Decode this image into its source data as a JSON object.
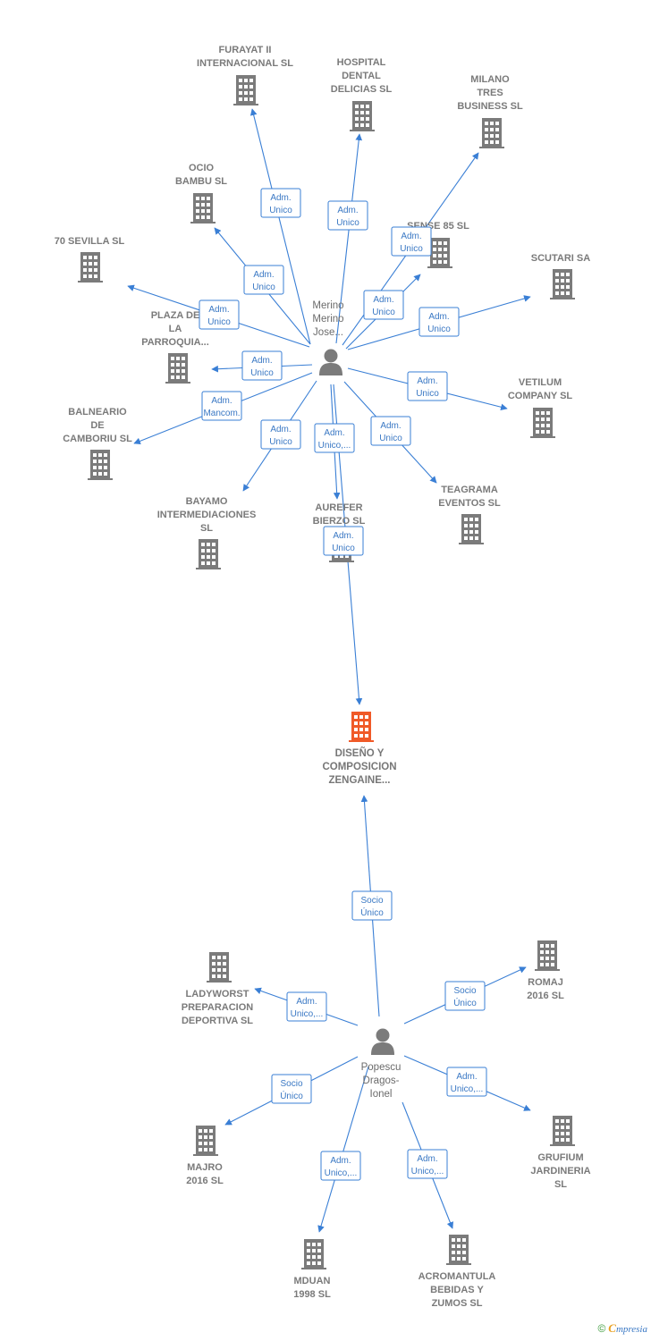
{
  "colors": {
    "company": "#7b7b7b",
    "main_company": "#f05a28",
    "person": "#7b7b7b",
    "edge": "#3a7fd5"
  },
  "main": {
    "id": "main",
    "label": [
      "DISEÑO Y",
      "COMPOSICION",
      "ZENGAINE..."
    ]
  },
  "persons": [
    {
      "id": "p1",
      "label": [
        "Merino",
        "Merino",
        "Jose..."
      ]
    },
    {
      "id": "p2",
      "label": [
        "Popescu",
        "Dragos-",
        "Ionel"
      ]
    }
  ],
  "companies": [
    {
      "id": "furayat",
      "label": [
        "FURAYAT II",
        "INTERNACIONAL SL"
      ]
    },
    {
      "id": "hospital",
      "label": [
        "HOSPITAL",
        "DENTAL",
        "DELICIAS  SL"
      ]
    },
    {
      "id": "milano",
      "label": [
        "MILANO",
        "TRES",
        "BUSINESS SL"
      ]
    },
    {
      "id": "ocio",
      "label": [
        "OCIO",
        "BAMBU SL"
      ]
    },
    {
      "id": "sense",
      "label": [
        "SENSE 85  SL"
      ]
    },
    {
      "id": "sevilla",
      "label": [
        "70 SEVILLA  SL"
      ]
    },
    {
      "id": "scutari",
      "label": [
        "SCUTARI SA"
      ]
    },
    {
      "id": "plaza",
      "label": [
        "PLAZA DE",
        "LA",
        "PARROQUIA..."
      ]
    },
    {
      "id": "vetilum",
      "label": [
        "VETILUM",
        "COMPANY SL"
      ]
    },
    {
      "id": "balneario",
      "label": [
        "BALNEARIO",
        "DE",
        "CAMBORIU SL"
      ]
    },
    {
      "id": "bayamo",
      "label": [
        "BAYAMO",
        "INTERMEDIACIONES",
        "SL"
      ]
    },
    {
      "id": "aurefer",
      "label": [
        "AUREFER",
        "BIERZO SL"
      ]
    },
    {
      "id": "teagrama",
      "label": [
        "TEAGRAMA",
        "EVENTOS  SL"
      ]
    },
    {
      "id": "ladyworst",
      "label": [
        "LADYWORST",
        "PREPARACION",
        "DEPORTIVA  SL"
      ]
    },
    {
      "id": "romaj",
      "label": [
        "ROMAJ",
        "2016  SL"
      ]
    },
    {
      "id": "grufium",
      "label": [
        "GRUFIUM",
        "JARDINERIA",
        "SL"
      ]
    },
    {
      "id": "majro",
      "label": [
        "MAJRO",
        "2016  SL"
      ]
    },
    {
      "id": "mduan",
      "label": [
        "MDUAN",
        "1998  SL"
      ]
    },
    {
      "id": "acromantula",
      "label": [
        "ACROMANTULA",
        "BEBIDAS Y",
        "ZUMOS  SL"
      ]
    }
  ],
  "relations": [
    {
      "from": "p1",
      "to": "furayat",
      "label": [
        "Adm.",
        "Unico"
      ]
    },
    {
      "from": "p1",
      "to": "hospital",
      "label": [
        "Adm.",
        "Unico"
      ]
    },
    {
      "from": "p1",
      "to": "milano",
      "label": [
        "Adm.",
        "Unico"
      ]
    },
    {
      "from": "p1",
      "to": "ocio",
      "label": [
        "Adm.",
        "Unico"
      ]
    },
    {
      "from": "p1",
      "to": "sense",
      "label": [
        "Adm.",
        "Unico"
      ]
    },
    {
      "from": "p1",
      "to": "sevilla",
      "label": [
        "Adm.",
        "Unico"
      ]
    },
    {
      "from": "p1",
      "to": "scutari",
      "label": [
        "Adm.",
        "Unico"
      ]
    },
    {
      "from": "p1",
      "to": "plaza",
      "label": [
        "Adm.",
        "Unico"
      ]
    },
    {
      "from": "p1",
      "to": "vetilum",
      "label": [
        "Adm.",
        "Unico"
      ]
    },
    {
      "from": "p1",
      "to": "balneario",
      "label": [
        "Adm.",
        "Mancom."
      ]
    },
    {
      "from": "p1",
      "to": "bayamo",
      "label": [
        "Adm.",
        "Unico"
      ]
    },
    {
      "from": "p1",
      "to": "aurefer",
      "label": [
        "Adm.",
        "Unico,..."
      ]
    },
    {
      "from": "p1",
      "to": "teagrama",
      "label": [
        "Adm.",
        "Unico"
      ]
    },
    {
      "from": "p1",
      "to": "main",
      "label": [
        "Adm.",
        "Unico"
      ]
    },
    {
      "from": "p2",
      "to": "main",
      "label": [
        "Socio",
        "Único"
      ]
    },
    {
      "from": "p2",
      "to": "ladyworst",
      "label": [
        "Adm.",
        "Unico,..."
      ]
    },
    {
      "from": "p2",
      "to": "romaj",
      "label": [
        "Socio",
        "Único"
      ]
    },
    {
      "from": "p2",
      "to": "grufium",
      "label": [
        "Adm.",
        "Unico,..."
      ]
    },
    {
      "from": "p2",
      "to": "majro",
      "label": [
        "Socio",
        "Único"
      ]
    },
    {
      "from": "p2",
      "to": "mduan",
      "label": [
        "Adm.",
        "Unico,..."
      ]
    },
    {
      "from": "p2",
      "to": "acromantula",
      "label": [
        "Adm.",
        "Unico,..."
      ]
    }
  ],
  "footer": {
    "copyright": "©",
    "brand_initial": "C",
    "brand_rest": "mpresia"
  }
}
